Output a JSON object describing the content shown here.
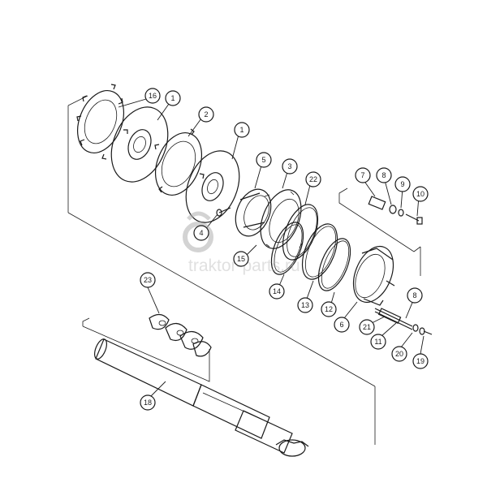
{
  "diagram": {
    "callouts": [
      {
        "id": "c16",
        "label": "16"
      },
      {
        "id": "c1a",
        "label": "1"
      },
      {
        "id": "c2",
        "label": "2"
      },
      {
        "id": "c1b",
        "label": "1"
      },
      {
        "id": "c5",
        "label": "5"
      },
      {
        "id": "c3",
        "label": "3"
      },
      {
        "id": "c22",
        "label": "22"
      },
      {
        "id": "c7",
        "label": "7"
      },
      {
        "id": "c8a",
        "label": "8"
      },
      {
        "id": "c9",
        "label": "9"
      },
      {
        "id": "c10",
        "label": "10"
      },
      {
        "id": "c4",
        "label": "4"
      },
      {
        "id": "c15",
        "label": "15"
      },
      {
        "id": "c14",
        "label": "14"
      },
      {
        "id": "c13",
        "label": "13"
      },
      {
        "id": "c12",
        "label": "12"
      },
      {
        "id": "c6",
        "label": "6"
      },
      {
        "id": "c23",
        "label": "23"
      },
      {
        "id": "c8b",
        "label": "8"
      },
      {
        "id": "c21",
        "label": "21"
      },
      {
        "id": "c11",
        "label": "11"
      },
      {
        "id": "c20",
        "label": "20"
      },
      {
        "id": "c19",
        "label": "19"
      },
      {
        "id": "c18",
        "label": "18"
      }
    ]
  },
  "watermark": {
    "text": "traktor-parts.ru"
  }
}
